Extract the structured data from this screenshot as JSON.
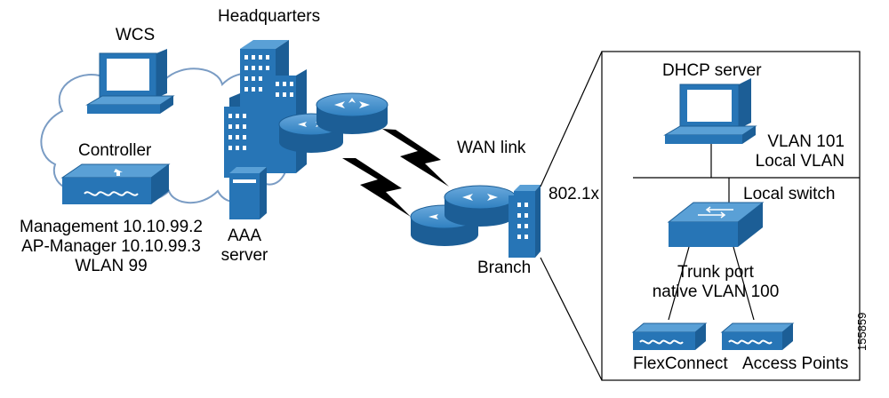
{
  "labels": {
    "wcs": "WCS",
    "headquarters": "Headquarters",
    "controller": "Controller",
    "controller_details": [
      "Management 10.10.99.2",
      "AP-Manager 10.10.99.3",
      "WLAN 99"
    ],
    "aaa_server": [
      "AAA",
      "server"
    ],
    "wan_link": "WAN link",
    "dot1x": "802.1x",
    "branch": "Branch",
    "dhcp_server": "DHCP server",
    "vlan": [
      "VLAN 101",
      "Local VLAN"
    ],
    "local_switch": "Local switch",
    "trunk_port": [
      "Trunk port",
      "native VLAN 100"
    ],
    "flexconnect": "FlexConnect",
    "access_points": "Access Points",
    "figure_id": "155859"
  },
  "colors": {
    "device_blue": "#2775b6",
    "device_dark": "#1c5e96",
    "device_light": "#5aa0d6",
    "cloud_stroke": "#6b8fb8",
    "line": "#000000"
  }
}
